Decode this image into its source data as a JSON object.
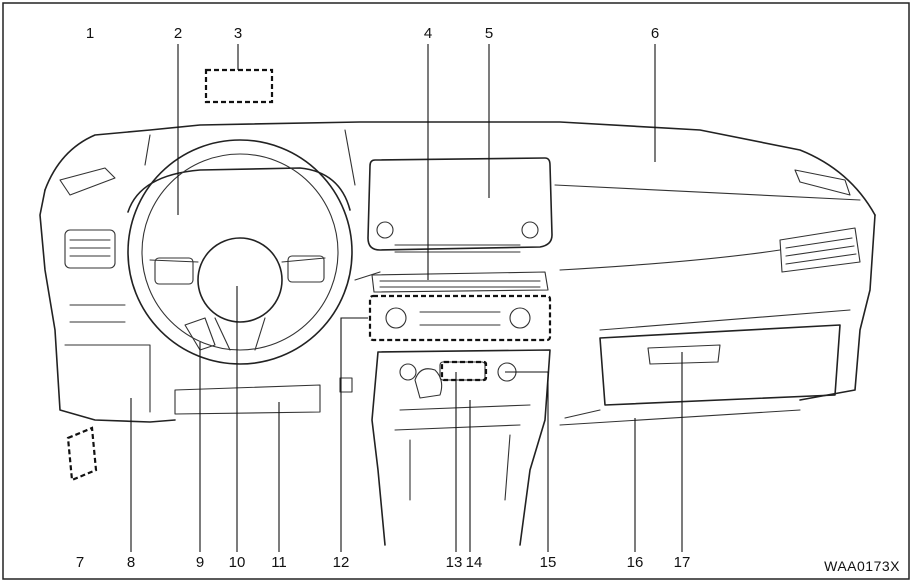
{
  "callouts": [
    {
      "id": "1",
      "label": "1"
    },
    {
      "id": "2",
      "label": "2"
    },
    {
      "id": "3",
      "label": "3"
    },
    {
      "id": "4",
      "label": "4"
    },
    {
      "id": "5",
      "label": "5"
    },
    {
      "id": "6",
      "label": "6"
    },
    {
      "id": "7",
      "label": "7"
    },
    {
      "id": "8",
      "label": "8"
    },
    {
      "id": "9",
      "label": "9"
    },
    {
      "id": "10",
      "label": "10"
    },
    {
      "id": "11",
      "label": "11"
    },
    {
      "id": "12",
      "label": "12"
    },
    {
      "id": "13",
      "label": "13"
    },
    {
      "id": "14",
      "label": "14"
    },
    {
      "id": "15",
      "label": "15"
    },
    {
      "id": "16",
      "label": "16"
    },
    {
      "id": "17",
      "label": "17"
    }
  ],
  "figure_code": "WAA0173X"
}
